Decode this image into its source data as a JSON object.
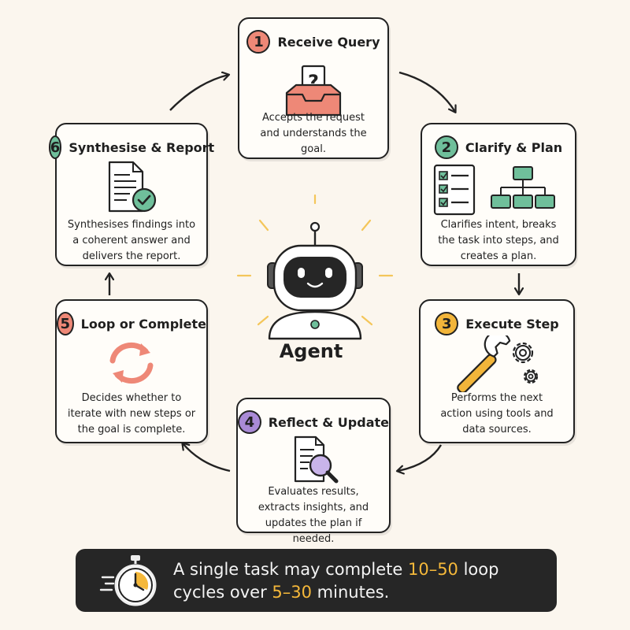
{
  "center": {
    "label": "Agent"
  },
  "steps": [
    {
      "number": "1",
      "title": "Receive Query",
      "description": "Accepts the request and understands the goal.",
      "icon": "inbox-question-icon",
      "color": "#ee8877"
    },
    {
      "number": "2",
      "title": "Clarify & Plan",
      "description": "Clarifies intent, breaks the task into steps, and creates a plan.",
      "icon": "checklist-flowchart-icon",
      "color": "#6fbf9b"
    },
    {
      "number": "3",
      "title": "Execute Step",
      "description": "Performs the next action using tools and data sources.",
      "icon": "wrench-gears-icon",
      "color": "#f2b53a"
    },
    {
      "number": "4",
      "title": "Reflect & Update",
      "description": "Evaluates results, extracts insights, and updates the plan if needed.",
      "icon": "document-magnifier-icon",
      "color": "#a98ad6"
    },
    {
      "number": "5",
      "title": "Loop or Complete",
      "description": "Decides whether to iterate with new steps or the goal is complete.",
      "icon": "refresh-loop-icon",
      "color": "#ee8877"
    },
    {
      "number": "6",
      "title": "Synthesise & Report",
      "description": "Synthesises findings into a coherent answer and delivers the report.",
      "icon": "report-check-icon",
      "color": "#6fbf9b"
    }
  ],
  "footer": {
    "icon": "stopwatch-icon",
    "text_before": "A single task may complete ",
    "cycles": "10–50",
    "text_middle": " loop cycles over ",
    "duration": "5–30",
    "text_after": " minutes."
  },
  "colors": {
    "background": "#fbf6ee",
    "accent": "#f5b83a",
    "footer_bg": "#262626"
  }
}
